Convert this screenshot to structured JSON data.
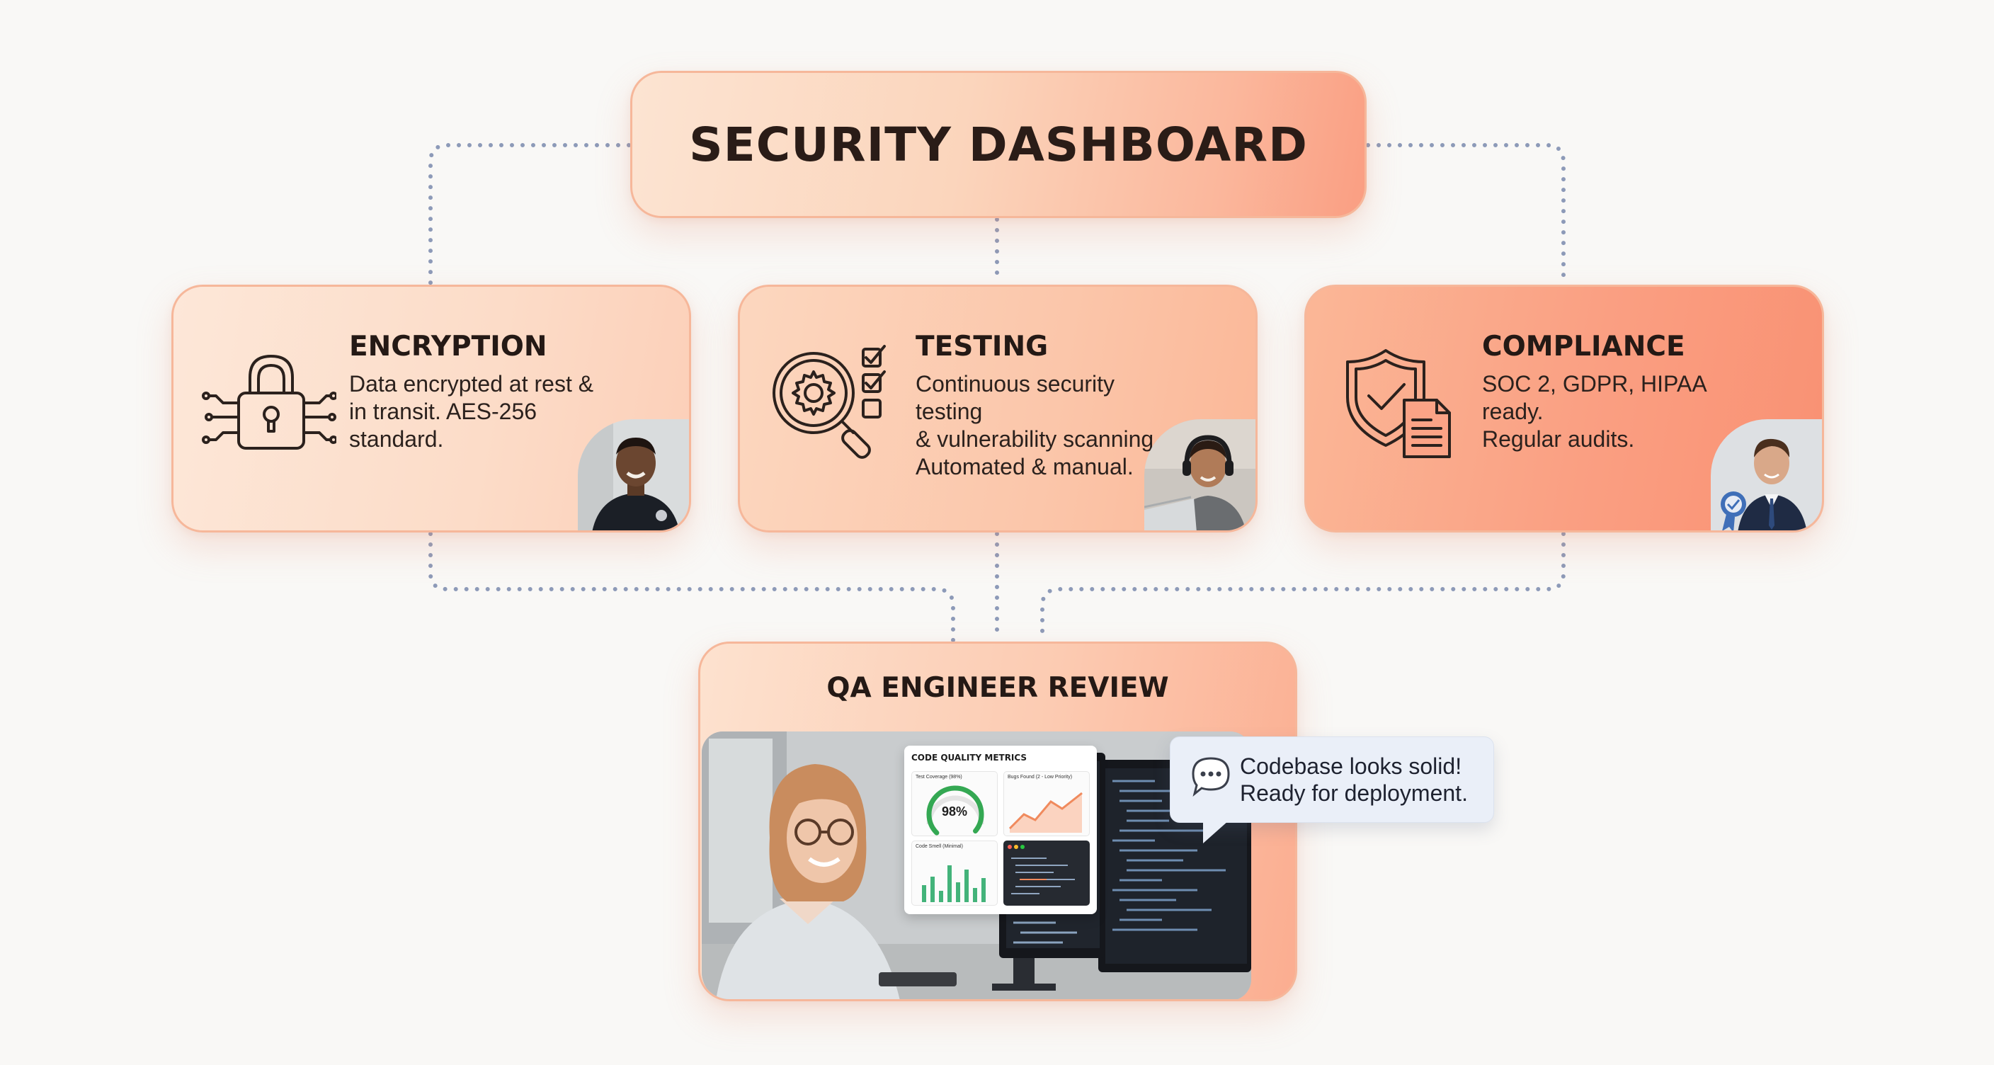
{
  "title": "SECURITY DASHBOARD",
  "cards": [
    {
      "title": "ENCRYPTION",
      "description": "Data encrypted at rest &\nin transit. AES-256\nstandard.",
      "icon": "padlock-circuit-icon",
      "person": "man-polo-shirt-avatar"
    },
    {
      "title": "TESTING",
      "description": "Continuous security testing\n& vulnerability scanning.\nAutomated & manual.",
      "icon": "magnifier-gear-checklist-icon",
      "person": "man-headphones-laptop-avatar"
    },
    {
      "title": "COMPLIANCE",
      "description": "SOC 2, GDPR, HIPAA ready.\nRegular audits.",
      "icon": "shield-document-icon",
      "person": "man-suit-award-avatar"
    }
  ],
  "review": {
    "title": "QA ENGINEER REVIEW",
    "metrics": {
      "title": "CODE QUALITY METRICS",
      "test_coverage_label": "Test Coverage (98%)",
      "test_coverage_value": "98%",
      "test_coverage_fraction": 0.98,
      "bugs_label": "Bugs Found (2 - Low Priority)",
      "code_smell_label": "Code Smell (Minimal)"
    },
    "bubble": "Codebase looks solid!\nReady for deployment.",
    "bubble_icon": "chat-ellipsis-icon"
  },
  "colors": {
    "connector": "#8d9ab8",
    "accent": "#fa9e82",
    "border": "#f6b79a"
  }
}
